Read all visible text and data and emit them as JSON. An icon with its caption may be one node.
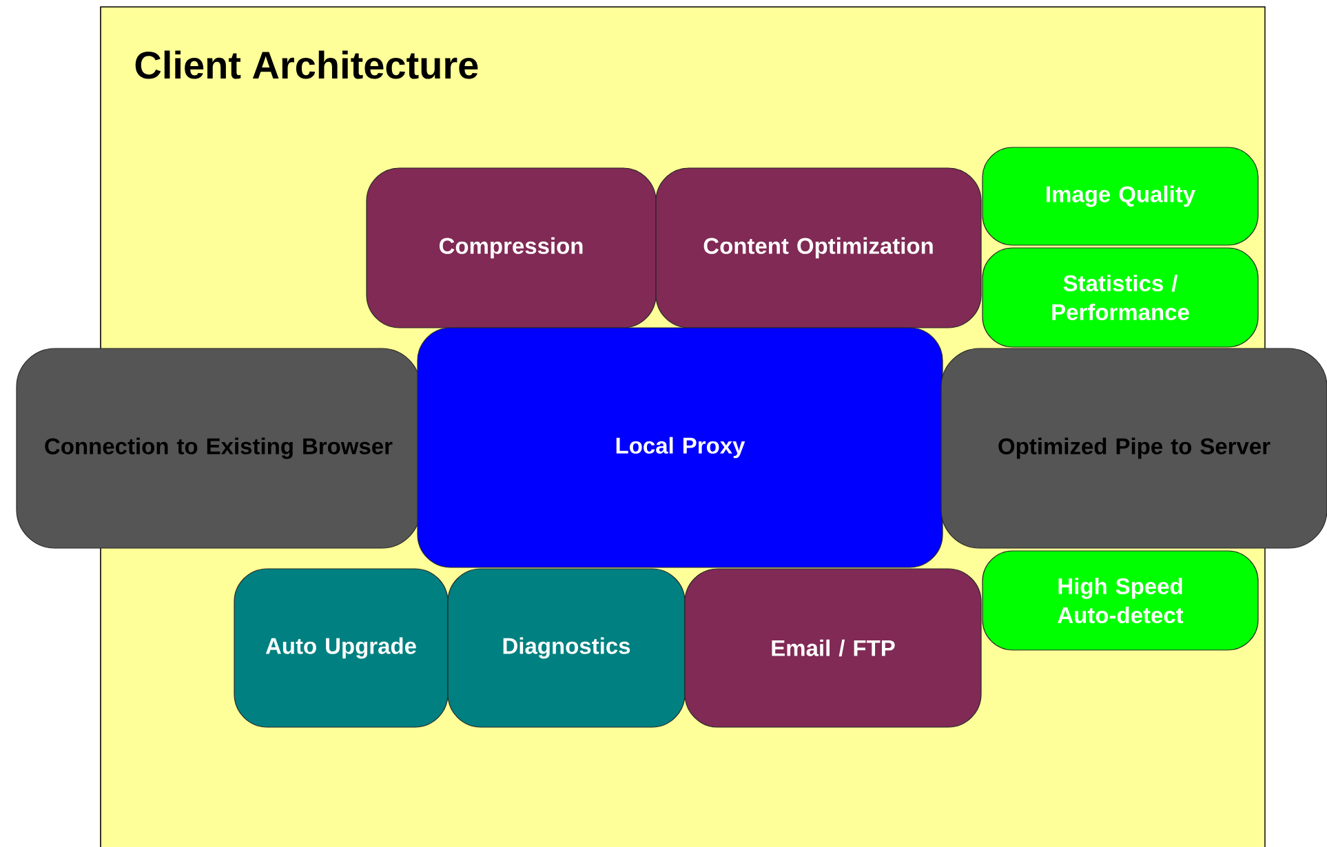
{
  "diagram": {
    "title": "Client Architecture",
    "nodes": [
      {
        "text": [
          "Compression"
        ]
      },
      {
        "text": [
          "Content Optimization"
        ]
      },
      {
        "text": [
          "Image Quality"
        ]
      },
      {
        "text": [
          "Statistics / Performance"
        ]
      },
      {
        "text": [
          "Connection to Existing Browser"
        ]
      },
      {
        "text": [
          "Local Proxy"
        ]
      },
      {
        "text": [
          "Optimized Pipe to Server"
        ]
      },
      {
        "text": [
          "Auto Upgrade"
        ]
      },
      {
        "text": [
          "Diagnostics"
        ]
      },
      {
        "text": [
          "Email / FTP"
        ]
      },
      {
        "text": [
          "High Speed Auto-detect"
        ]
      }
    ]
  }
}
